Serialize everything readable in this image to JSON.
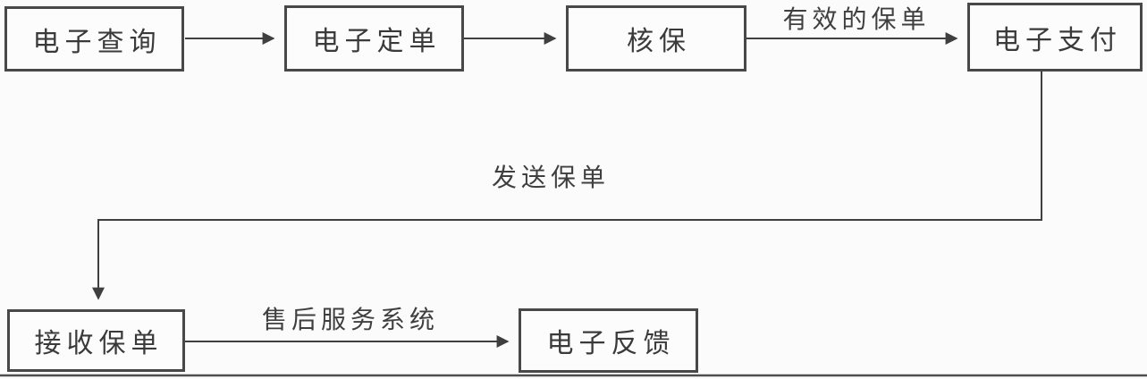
{
  "diagram": {
    "type": "flowchart",
    "background_color": "#fbfbfb",
    "line_color": "#3f3f3f",
    "box_border_color": "#484848",
    "text_color": "#3a3a3a",
    "nodes": [
      {
        "id": "electronic-inquiry",
        "label": "电子查询"
      },
      {
        "id": "electronic-order",
        "label": "电子定单"
      },
      {
        "id": "underwriting",
        "label": "核保"
      },
      {
        "id": "electronic-payment",
        "label": "电子支付"
      },
      {
        "id": "receive-policy",
        "label": "接收保单"
      },
      {
        "id": "electronic-feedback",
        "label": "电子反馈"
      }
    ],
    "edge_labels": [
      {
        "id": "valid-policy",
        "label": "有效的保单"
      },
      {
        "id": "send-policy",
        "label": "发送保单"
      },
      {
        "id": "after-sales-service-system",
        "label": "售后服务系统"
      }
    ],
    "edges": [
      {
        "from": "电子查询",
        "to": "电子定单",
        "label": ""
      },
      {
        "from": "电子定单",
        "to": "核保",
        "label": ""
      },
      {
        "from": "核保",
        "to": "电子支付",
        "label": "有效的保单"
      },
      {
        "from": "电子支付",
        "to": "接收保单",
        "label": "发送保单"
      },
      {
        "from": "接收保单",
        "to": "电子反馈",
        "label": "售后服务系统"
      }
    ]
  }
}
